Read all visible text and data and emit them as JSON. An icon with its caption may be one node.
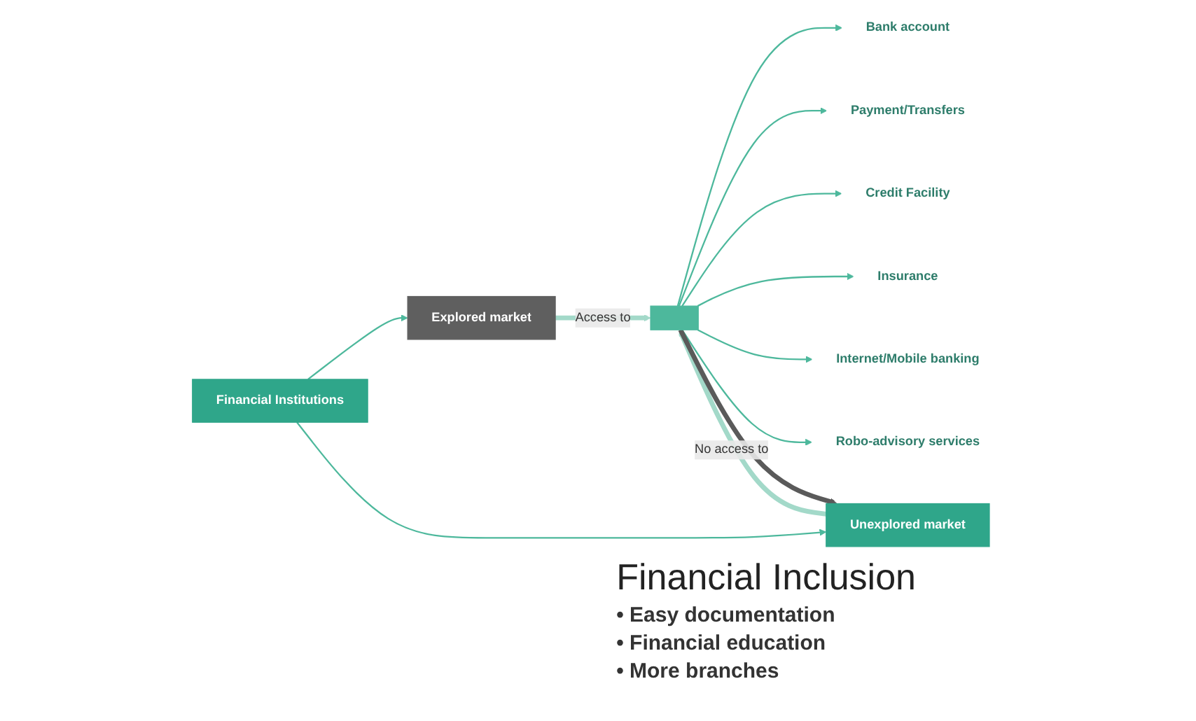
{
  "diagram": {
    "nodes": [
      {
        "text": [
          "Financial Institutions"
        ]
      },
      {
        "text": [
          "Explored market"
        ]
      },
      {
        "text": [
          "Unexplored market"
        ]
      },
      {
        "text": [
          "Bank account"
        ]
      },
      {
        "text": [
          "Payment/Transfers"
        ]
      },
      {
        "text": [
          "Credit Facility"
        ]
      },
      {
        "text": [
          "Insurance"
        ]
      },
      {
        "text": [
          "Internet/Mobile banking"
        ]
      },
      {
        "text": [
          "Robo-advisory services"
        ]
      },
      {
        "text": [],
        "shape": "bar"
      }
    ],
    "edges": [
      {
        "from": 0,
        "to": 1,
        "arrow": "to"
      },
      {
        "from": 0,
        "to": 2,
        "arrow": "to"
      },
      {
        "from": 1,
        "to": 9,
        "arrow": "to",
        "label": "Access to",
        "style": "thick",
        "color": "#a3d9c9"
      },
      {
        "from": 2,
        "to": 9,
        "arrow": "to",
        "label": "No access to",
        "style": "thick",
        "color": "#a3d9c9"
      },
      {
        "from": 9,
        "to": 3,
        "arrow": "to"
      },
      {
        "from": 9,
        "to": 4,
        "arrow": "to"
      },
      {
        "from": 9,
        "to": 5,
        "arrow": "to"
      },
      {
        "from": 9,
        "to": 6,
        "arrow": "to"
      },
      {
        "from": 9,
        "to": 7,
        "arrow": "to"
      },
      {
        "from": 9,
        "to": 8,
        "arrow": "to"
      },
      {
        "from": 9,
        "to": 2,
        "arrow": "to",
        "style": "thick",
        "color": "#5a5a5a"
      }
    ],
    "labels": [
      "Financial Inclusion",
      "• Easy documentation",
      "• Financial education",
      "• More branches"
    ]
  }
}
